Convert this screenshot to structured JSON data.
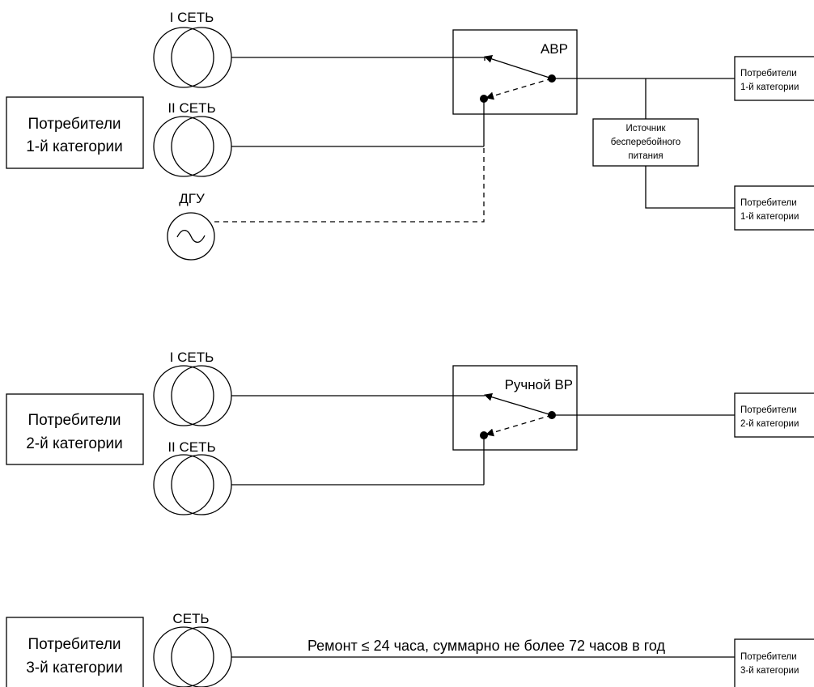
{
  "sections": [
    {
      "category_label": [
        "Потребители",
        "1-й категории"
      ],
      "sources": [
        "I СЕТЬ",
        "II СЕТЬ"
      ],
      "generator": "ДГУ",
      "switch_label": "АВР",
      "ups_label": [
        "Источник",
        "бесперебойного",
        "питания"
      ],
      "consumers": [
        [
          "Потребители",
          "1-й категории"
        ],
        [
          "Потребители",
          "1-й категории"
        ]
      ]
    },
    {
      "category_label": [
        "Потребители",
        "2-й категории"
      ],
      "sources": [
        "I СЕТЬ",
        "II СЕТЬ"
      ],
      "switch_label": "Ручной ВР",
      "consumers": [
        [
          "Потребители",
          "2-й категории"
        ]
      ]
    },
    {
      "category_label": [
        "Потребители",
        "3-й категории"
      ],
      "sources": [
        "СЕТЬ"
      ],
      "note": "Ремонт ≤ 24 часа, суммарно не более 72 часов в год",
      "consumers": [
        [
          "Потребители",
          "3-й категории"
        ]
      ]
    }
  ]
}
